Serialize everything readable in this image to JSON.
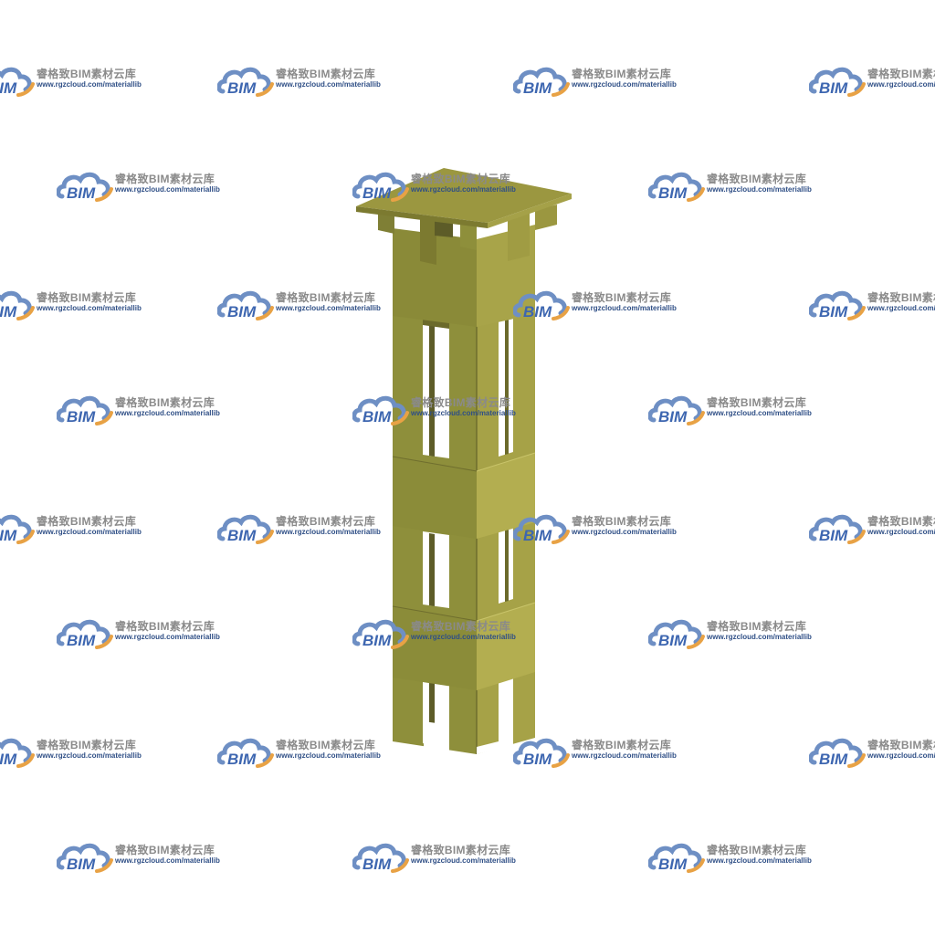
{
  "watermark": {
    "title": "睿格致BIM素材云库",
    "url": "www.rgzcloud.com/materiallib",
    "logo_text": "BIM",
    "cloud_color": "#6e8fc4",
    "arc_color": "#e8a245"
  },
  "model": {
    "subject": "square-column-shell-with-cap",
    "colors": {
      "face_left": "#8e8f3b",
      "face_left_dark": "#7f7f35",
      "face_right": "#a6a247",
      "face_right_light": "#b3ae50",
      "cap_top": "#9b9740",
      "cap_edge": "#7c7a30",
      "inner_shadow": "#5d5c28",
      "gap": "#ffffff"
    }
  }
}
